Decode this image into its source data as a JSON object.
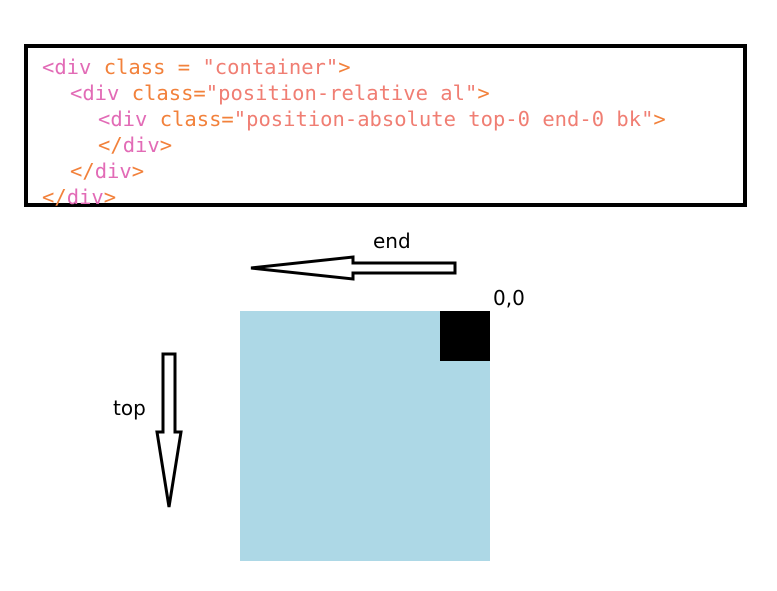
{
  "code": {
    "lines": [
      {
        "open": "<",
        "tag": "div",
        "attr": " class = ",
        "str": "\"container\"",
        "close": ">"
      },
      {
        "open": "<",
        "tag": "div",
        "attr": " class=",
        "str": "\"position-relative al\"",
        "close": ">"
      },
      {
        "open": "<",
        "tag": "div",
        "attr": " class=",
        "str": "\"position-absolute top-0 end-0 bk\"",
        "close": ">"
      },
      {
        "open": "</",
        "tag": "div",
        "attr": "",
        "str": "",
        "close": ">"
      },
      {
        "open": "</",
        "tag": "div",
        "attr": "",
        "str": "",
        "close": ">"
      },
      {
        "open": "</",
        "tag": "div",
        "attr": "",
        "str": "",
        "close": ">"
      }
    ]
  },
  "labels": {
    "end": "end",
    "top": "top",
    "origin": "0,0"
  },
  "colors": {
    "relative_box": "#add8e6",
    "absolute_box": "#000000",
    "tag": "#e26bb6",
    "attr": "#f2813b",
    "string": "#f07e73"
  },
  "icons": {
    "end_arrow": "arrow-left-icon",
    "top_arrow": "arrow-down-icon"
  }
}
